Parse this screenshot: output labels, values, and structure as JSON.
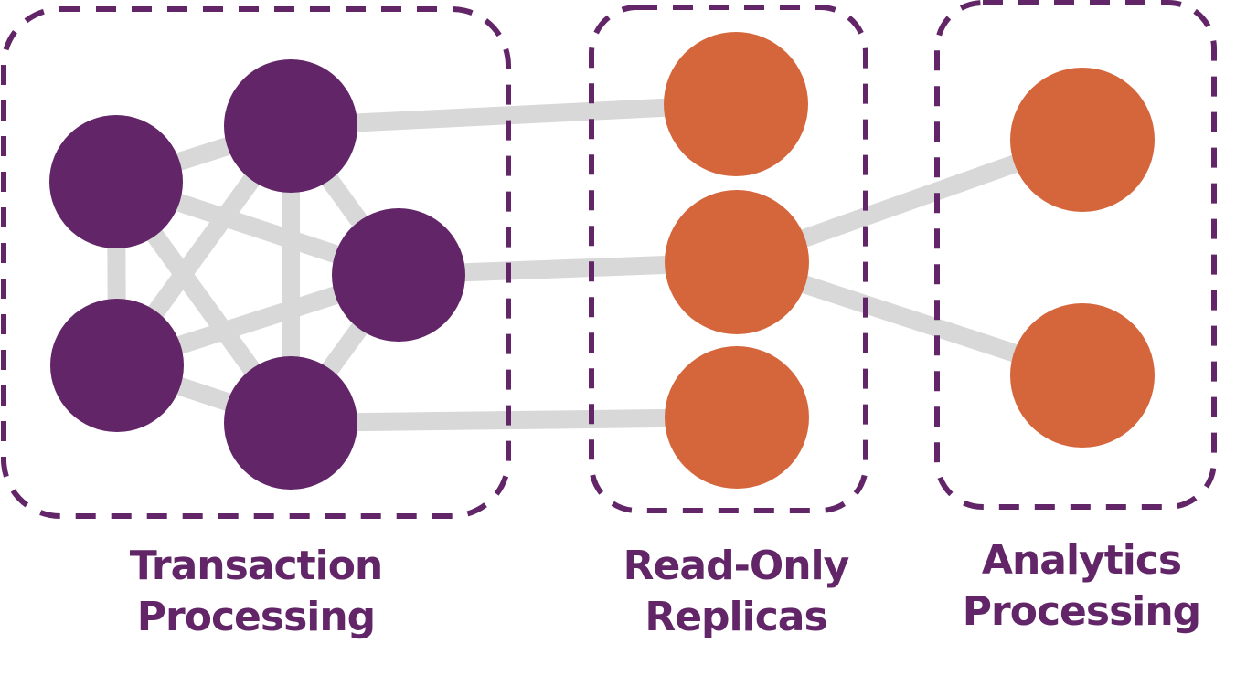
{
  "colors": {
    "group_border": "#622567",
    "transaction_node": "#622567",
    "replica_node": "#D5663C",
    "edge": "#D8D8D8",
    "label_text": "#622567"
  },
  "groups": [
    {
      "id": "transaction",
      "label_line1": "Transaction",
      "label_line2": "Processing"
    },
    {
      "id": "replicas",
      "label_line1": "Read-Only",
      "label_line2": "Replicas"
    },
    {
      "id": "analytics",
      "label_line1": "Analytics",
      "label_line2": "Processing"
    }
  ],
  "nodes": [
    {
      "id": "t1",
      "group": "transaction",
      "type": "primary"
    },
    {
      "id": "t2",
      "group": "transaction",
      "type": "primary"
    },
    {
      "id": "t3",
      "group": "transaction",
      "type": "primary"
    },
    {
      "id": "t4",
      "group": "transaction",
      "type": "primary"
    },
    {
      "id": "t5",
      "group": "transaction",
      "type": "primary"
    },
    {
      "id": "r1",
      "group": "replicas",
      "type": "replica"
    },
    {
      "id": "r2",
      "group": "replicas",
      "type": "replica"
    },
    {
      "id": "r3",
      "group": "replicas",
      "type": "replica"
    },
    {
      "id": "a1",
      "group": "analytics",
      "type": "replica"
    },
    {
      "id": "a2",
      "group": "analytics",
      "type": "replica"
    }
  ],
  "edges": [
    [
      "t1",
      "t2"
    ],
    [
      "t1",
      "t3"
    ],
    [
      "t1",
      "t4"
    ],
    [
      "t1",
      "t5"
    ],
    [
      "t2",
      "t3"
    ],
    [
      "t2",
      "t4"
    ],
    [
      "t2",
      "t5"
    ],
    [
      "t3",
      "t4"
    ],
    [
      "t3",
      "t5"
    ],
    [
      "t4",
      "t5"
    ],
    [
      "t2",
      "r1"
    ],
    [
      "t3",
      "r2"
    ],
    [
      "t5",
      "r3"
    ],
    [
      "r2",
      "a1"
    ],
    [
      "r2",
      "a2"
    ]
  ]
}
